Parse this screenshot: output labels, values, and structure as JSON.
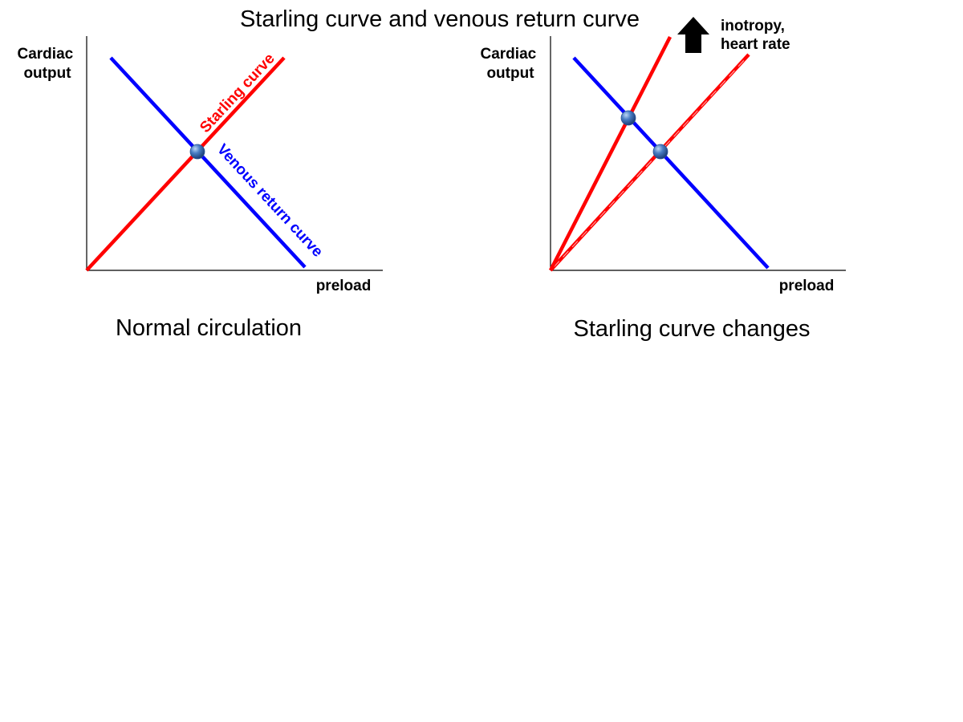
{
  "title": "Starling curve and venous return curve",
  "colors": {
    "starling": "#ff0000",
    "venous": "#0000ff",
    "axis": "#000000",
    "point": "#4a7ec4",
    "arrow": "#000000"
  },
  "left_panel": {
    "caption": "Normal circulation",
    "y_label_line1": "Cardiac",
    "y_label_line2": "output",
    "x_label": "preload",
    "starling_label": "Starling curve",
    "venous_label": "Venous return curve"
  },
  "right_panel": {
    "caption": "Starling curve changes",
    "y_label_line1": "Cardiac",
    "y_label_line2": "output",
    "x_label": "preload",
    "arrow_icon": "up-arrow-icon",
    "annotation_line1": "inotropy,",
    "annotation_line2": "heart rate"
  }
}
